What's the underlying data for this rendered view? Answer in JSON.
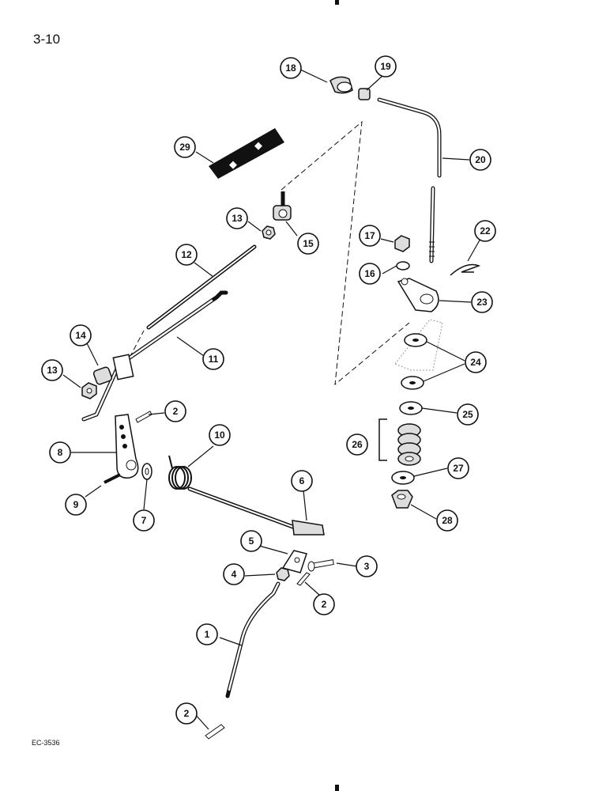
{
  "page_number": "3-10",
  "figure_code": "EC-3536",
  "callouts": {
    "c1": "1",
    "c2a": "2",
    "c2b": "2",
    "c2c": "2",
    "c3": "3",
    "c4": "4",
    "c5": "5",
    "c6": "6",
    "c7": "7",
    "c8": "8",
    "c9": "9",
    "c10": "10",
    "c11": "11",
    "c12": "12",
    "c13a": "13",
    "c13b": "13",
    "c14": "14",
    "c15": "15",
    "c16": "16",
    "c17": "17",
    "c18": "18",
    "c19": "19",
    "c20": "20",
    "c22": "22",
    "c23": "23",
    "c24": "24",
    "c25": "25",
    "c26": "26",
    "c27": "27",
    "c28": "28",
    "c29": "29"
  }
}
